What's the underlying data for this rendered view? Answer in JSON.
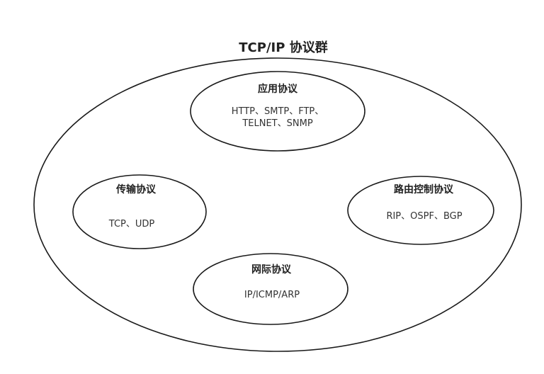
{
  "title": "TCP/IP 协议群",
  "nodes": {
    "application": {
      "title": "应用协议",
      "line1": "HTTP、SMTP、FTP、",
      "line2": "TELNET、SNMP"
    },
    "transport": {
      "title": "传输协议",
      "line1": "TCP、UDP"
    },
    "routing": {
      "title": "路由控制协议",
      "line1": "RIP、OSPF、BGP"
    },
    "internet": {
      "title": "网际协议",
      "line1": "IP/ICMP/ARP"
    }
  },
  "colors": {
    "stroke": "#1a1a1a",
    "text": "#222222",
    "background": "#ffffff"
  }
}
